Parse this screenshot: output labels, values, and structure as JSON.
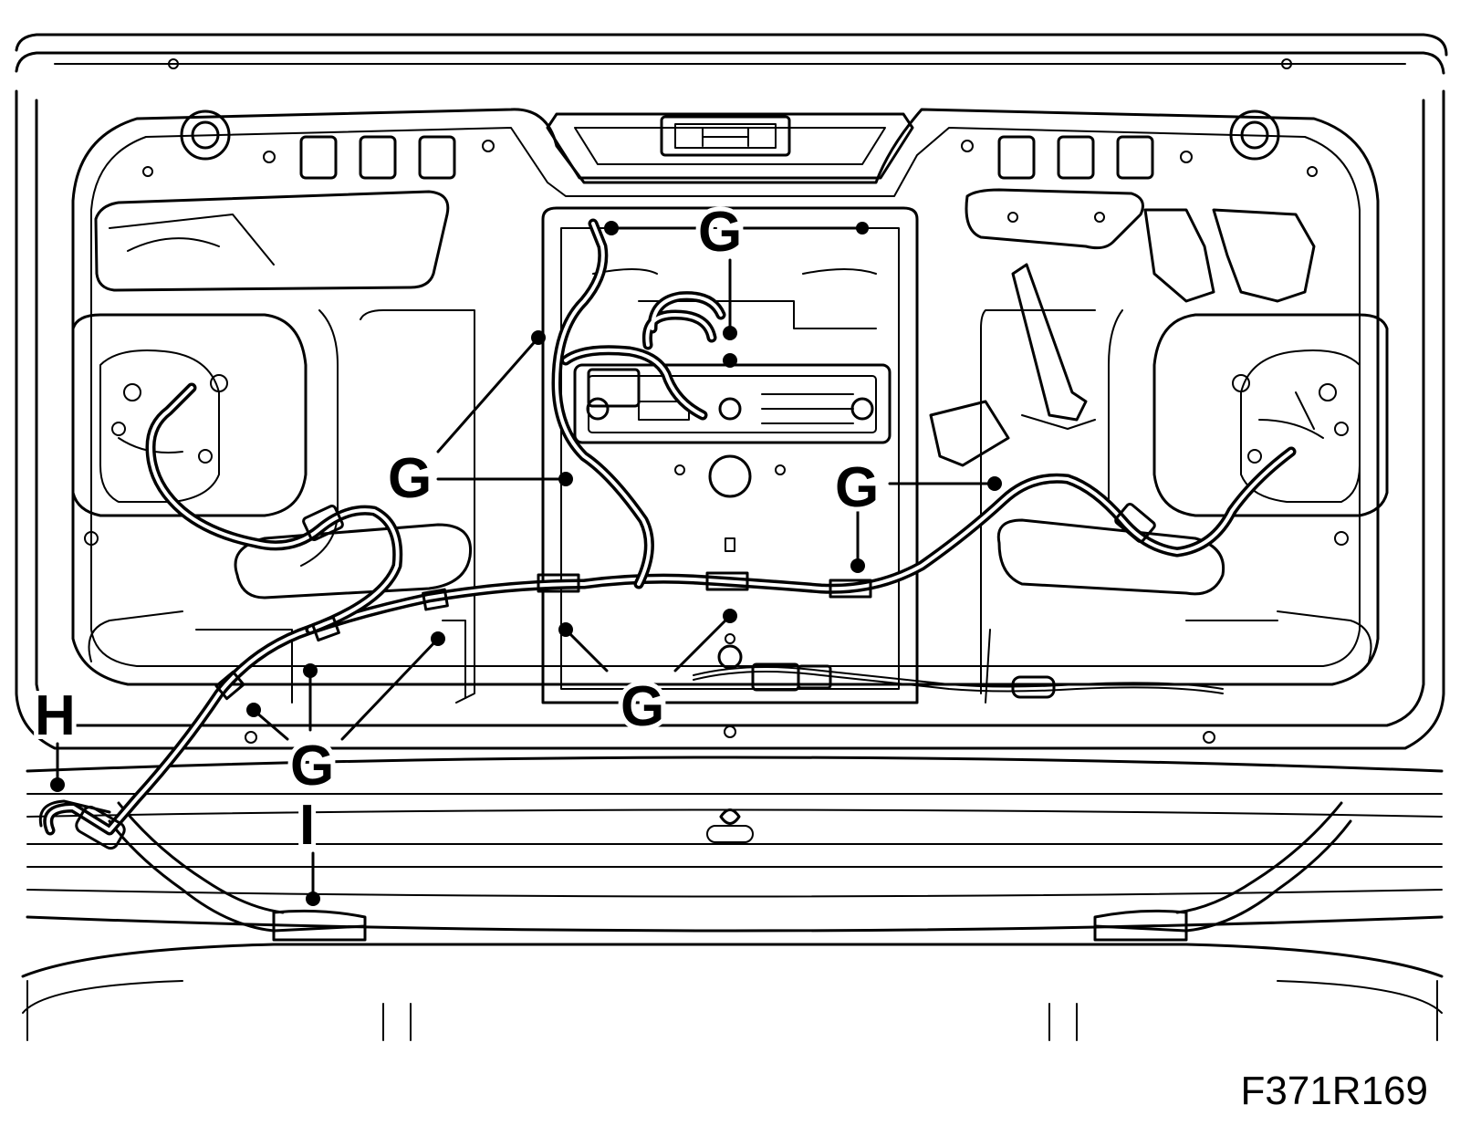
{
  "figure_code": "F371R169",
  "callouts": {
    "g_top": "G",
    "g_left": "G",
    "g_right": "G",
    "g_bottom_center": "G",
    "g_bottom_left": "G",
    "h": "H",
    "i": "I"
  }
}
